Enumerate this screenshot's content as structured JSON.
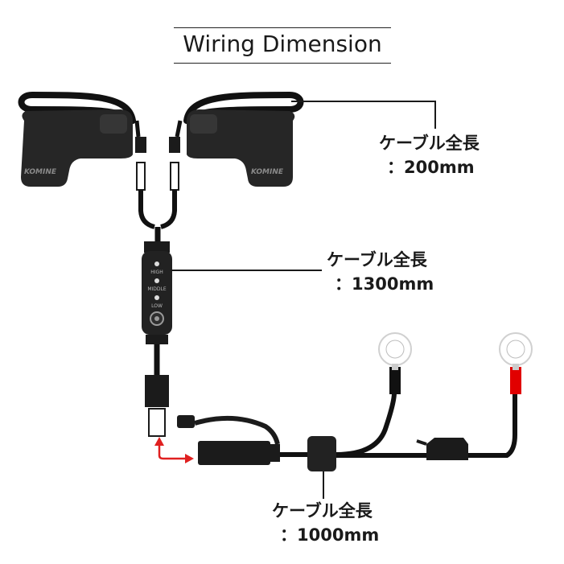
{
  "title": "Wiring Dimension",
  "labels": {
    "brand": "KOMINE",
    "high": "HIGH",
    "middle": "MIDDLE",
    "low": "LOW"
  },
  "callouts": [
    {
      "heading": "ケーブル全長",
      "value": "：200mm"
    },
    {
      "heading": "ケーブル全長",
      "value": "：1300mm"
    },
    {
      "heading": "ケーブル全長",
      "value": "：1000mm"
    }
  ],
  "colors": {
    "cable": "#111111",
    "positive": "#e10000",
    "arrow": "#e02020"
  }
}
